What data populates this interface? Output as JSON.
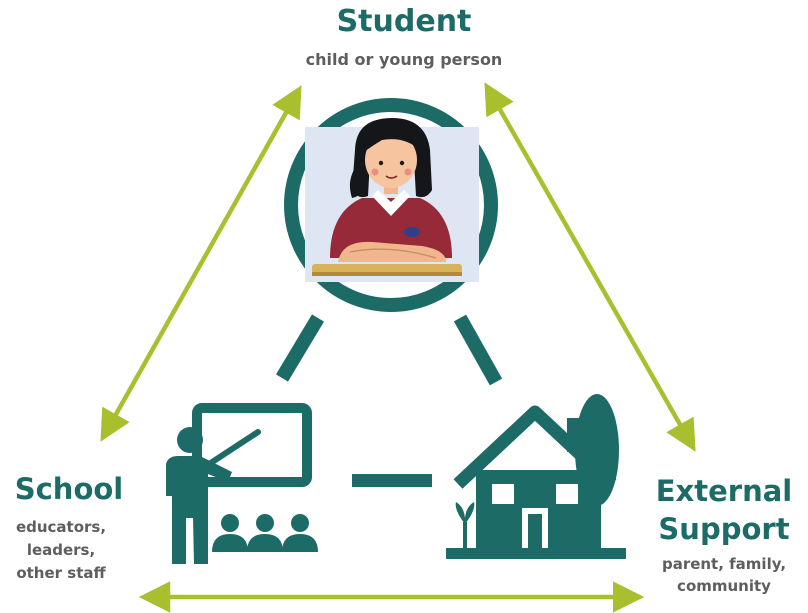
{
  "student": {
    "title": "Student",
    "subtitle": "child or young person"
  },
  "school": {
    "title": "School",
    "subtitle_lines": [
      "educators,",
      "leaders,",
      "other staff"
    ]
  },
  "external": {
    "title_lines": [
      "External",
      "Support"
    ],
    "subtitle_lines": [
      "parent, family,",
      "community"
    ]
  },
  "colors": {
    "teal": "#1c6b66",
    "arrow": "#a9bf2e",
    "label_gray": "#5e5e5e",
    "photo_bg": "#dde6f2",
    "shirt": "#962a38"
  },
  "icons": [
    "student-photo",
    "teacher-icon",
    "house-icon"
  ]
}
